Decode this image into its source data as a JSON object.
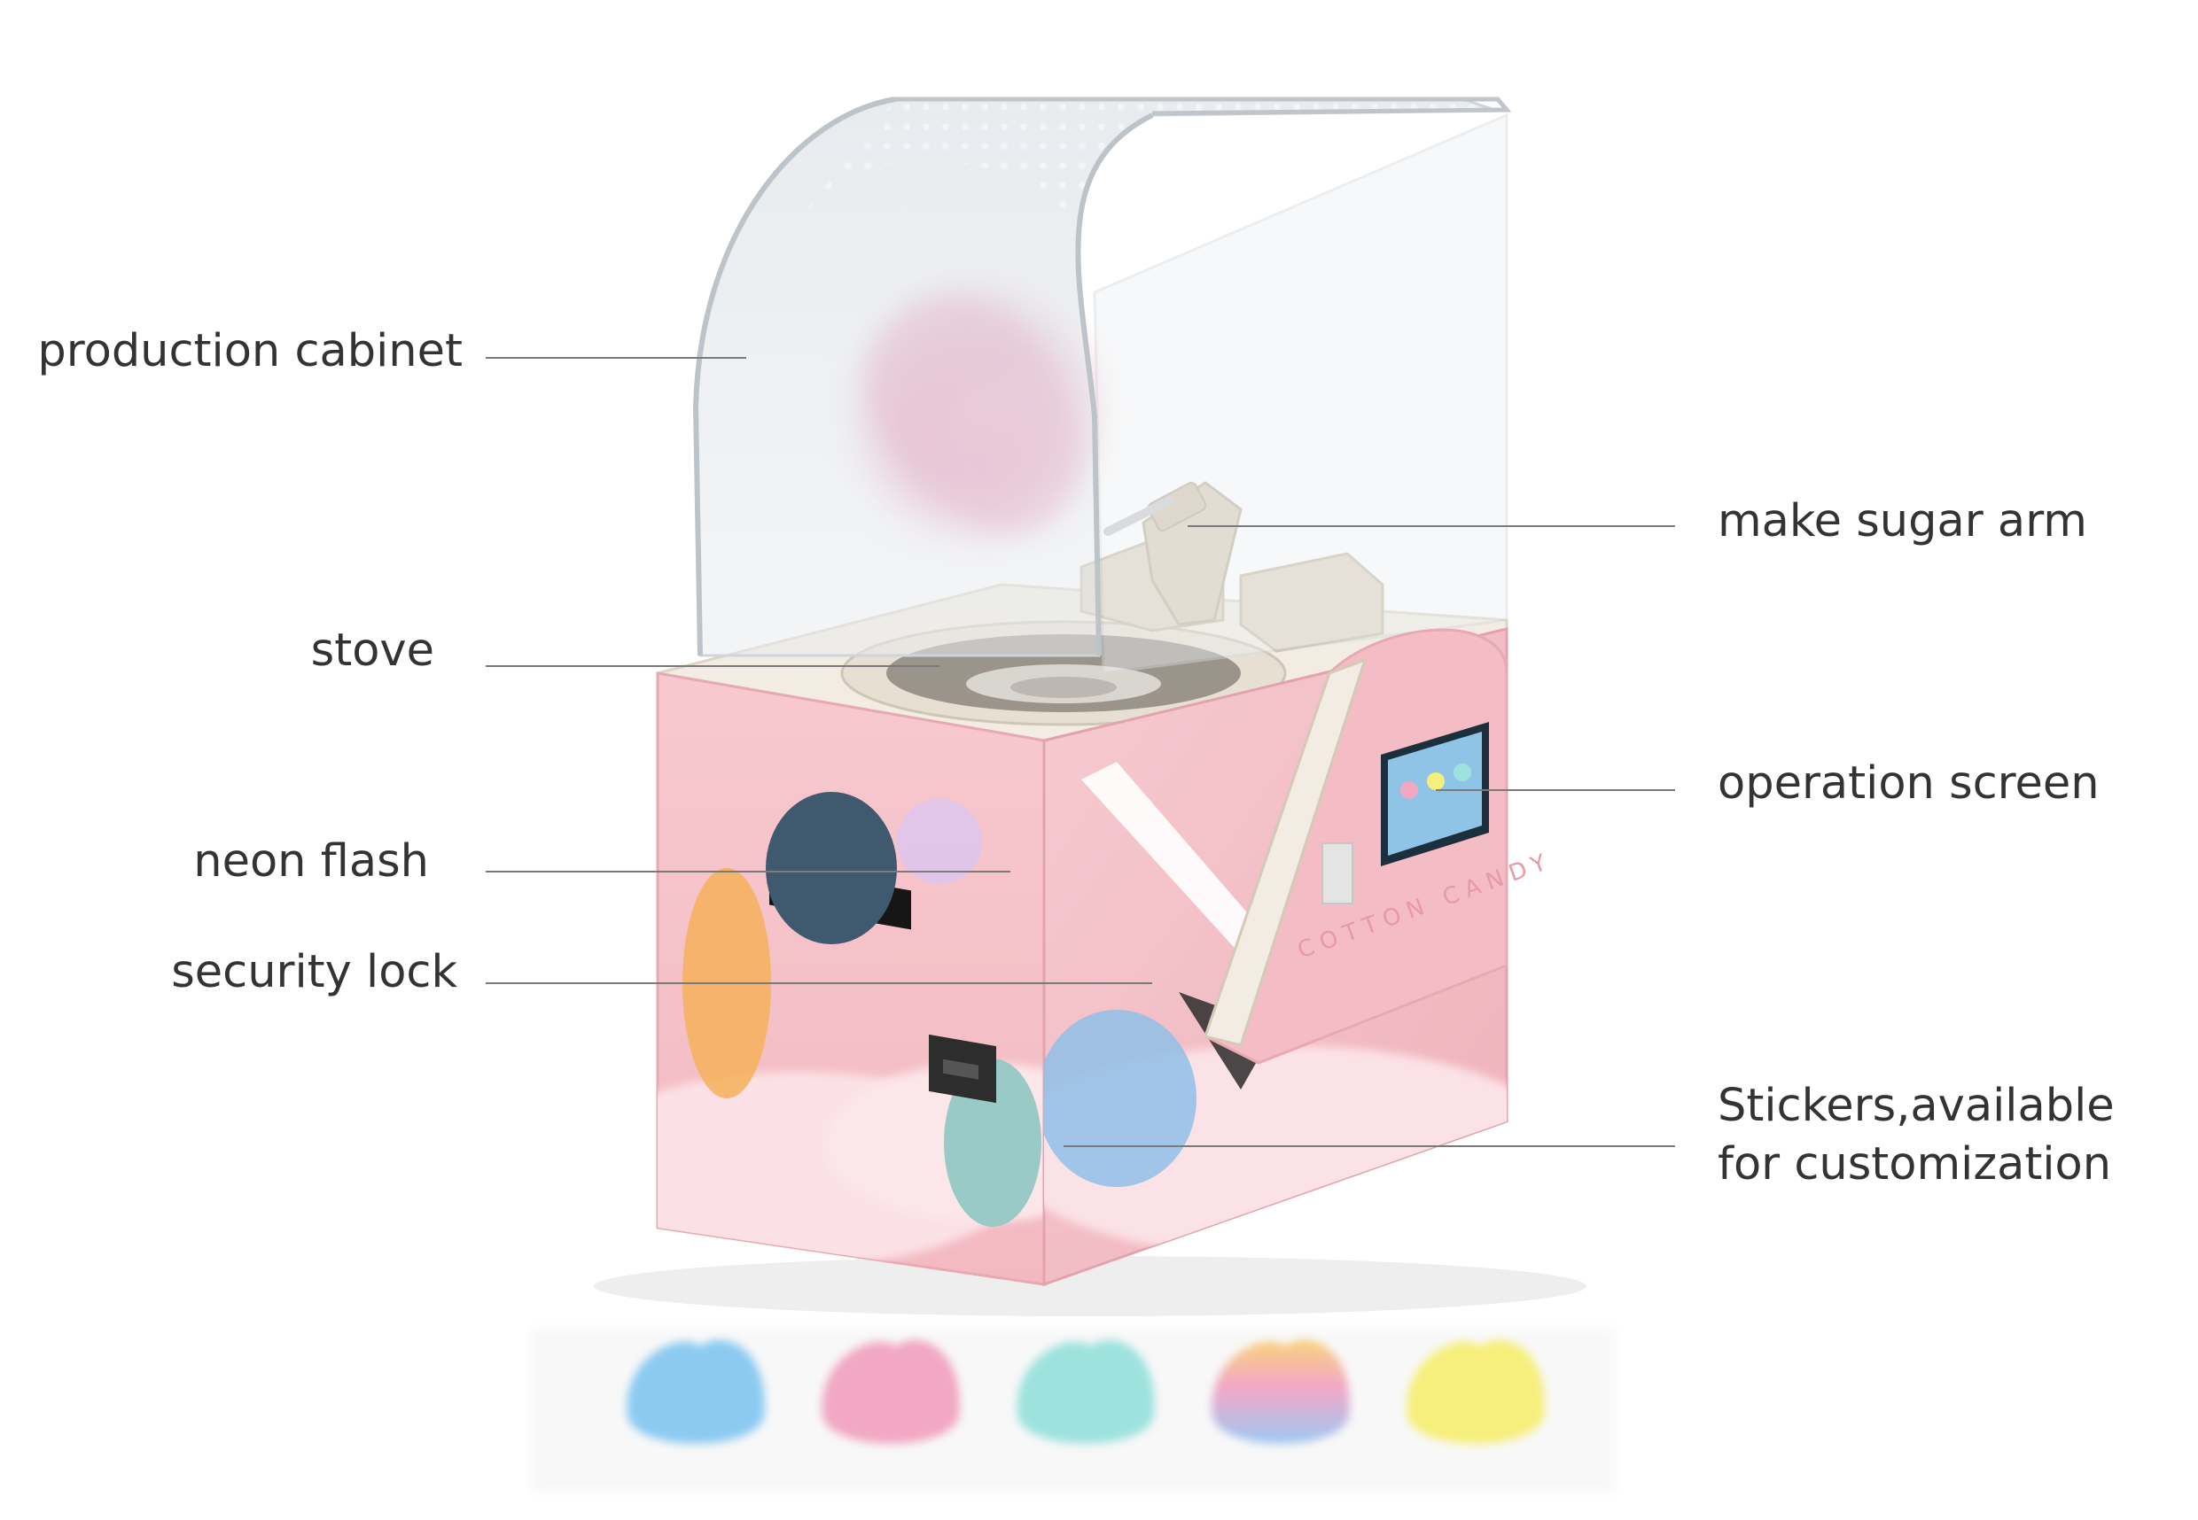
{
  "callouts": {
    "production_cabinet": "production cabinet",
    "stove": "stove",
    "neon_flash": "neon flash",
    "security_lock": "security lock",
    "make_sugar_arm": "make sugar arm",
    "operation_screen": "operation screen",
    "stickers_line1": "Stickers,available",
    "stickers_line2": "for customization"
  },
  "machine_text": {
    "cotton_candy": "COTTON CANDY"
  },
  "colors": {
    "cabinet_pink": "#f6c6cc",
    "panel_dark": "#3f5a6e",
    "counter_cream": "#f1ebe0",
    "leader_line": "#7a7a7a",
    "label_text": "#333333",
    "candy_blue": "#8ccaf2",
    "candy_pink": "#f2a8c3",
    "candy_teal": "#9ee2de",
    "candy_rainbow_top": "#f6c77a",
    "candy_rainbow_mid": "#f2a8c6",
    "candy_rainbow_bottom": "#9cc8f4",
    "candy_yellow": "#f6ef7c"
  },
  "candy_swatches": [
    "blue",
    "pink",
    "teal",
    "rainbow",
    "yellow"
  ]
}
